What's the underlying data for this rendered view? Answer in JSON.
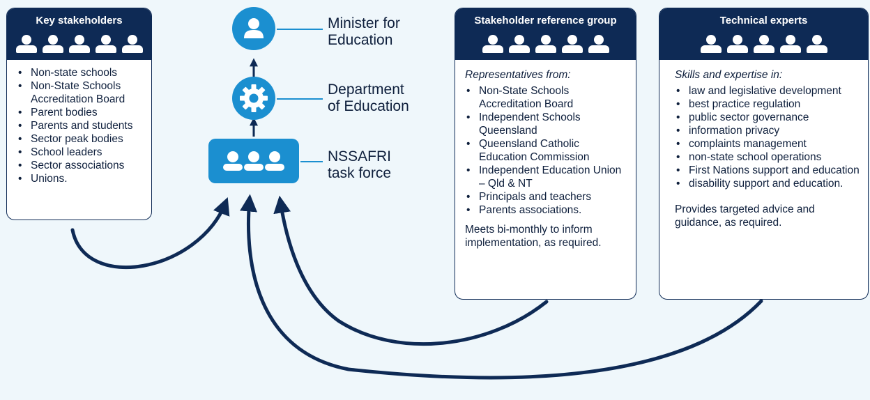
{
  "colors": {
    "navy": "#0e2a55",
    "blue": "#1b8fd0",
    "background": "#eff7fb"
  },
  "hierarchy": {
    "minister": {
      "label_line1": "Minister for",
      "label_line2": "Education",
      "icon": "person-icon"
    },
    "department": {
      "label_line1": "Department",
      "label_line2": "of Education",
      "icon": "gear-icon"
    },
    "taskforce": {
      "label_line1": "NSSAFRI",
      "label_line2": "task force",
      "icon": "group-icon"
    }
  },
  "key_stakeholders": {
    "title": "Key stakeholders",
    "items": [
      "Non-state schools",
      "Non-State Schools Accreditation Board",
      "Parent bodies",
      "Parents and students",
      "Sector peak bodies",
      "School leaders",
      "Sector associations",
      "Unions."
    ]
  },
  "reference_group": {
    "title": "Stakeholder reference group",
    "intro": "Representatives from:",
    "items": [
      "Non-State Schools Accreditation Board",
      "Independent Schools Queensland",
      "Queensland Catholic Education Commission",
      "Independent Education Union – Qld & NT",
      "Principals and teachers",
      "Parents associations."
    ],
    "note": "Meets bi-monthly to inform implementation, as required."
  },
  "technical_experts": {
    "title": "Technical experts",
    "intro": "Skills and expertise in:",
    "items": [
      "law and legislative development",
      "best practice regulation",
      "public sector governance",
      "information privacy",
      "complaints management",
      "non-state school operations",
      "First Nations support and education",
      "disability support and education."
    ],
    "note": "Provides targeted advice and guidance, as required."
  }
}
